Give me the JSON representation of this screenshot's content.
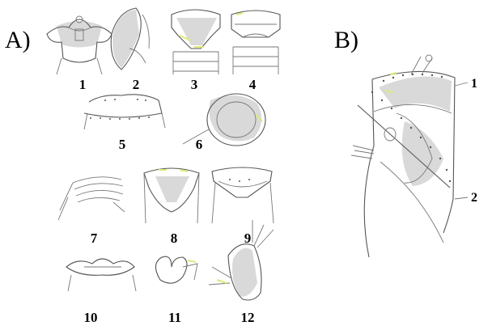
{
  "panel_a": {
    "letter": "A)",
    "figures": [
      "1",
      "2",
      "3",
      "4",
      "5",
      "6",
      "7",
      "8",
      "9",
      "10",
      "11",
      "12"
    ]
  },
  "panel_b": {
    "letter": "B)",
    "callouts": [
      "1",
      "2"
    ]
  },
  "colors": {
    "ink": "#555555",
    "stipple": "#d9d9d9",
    "highlight": "#dfe97a"
  }
}
